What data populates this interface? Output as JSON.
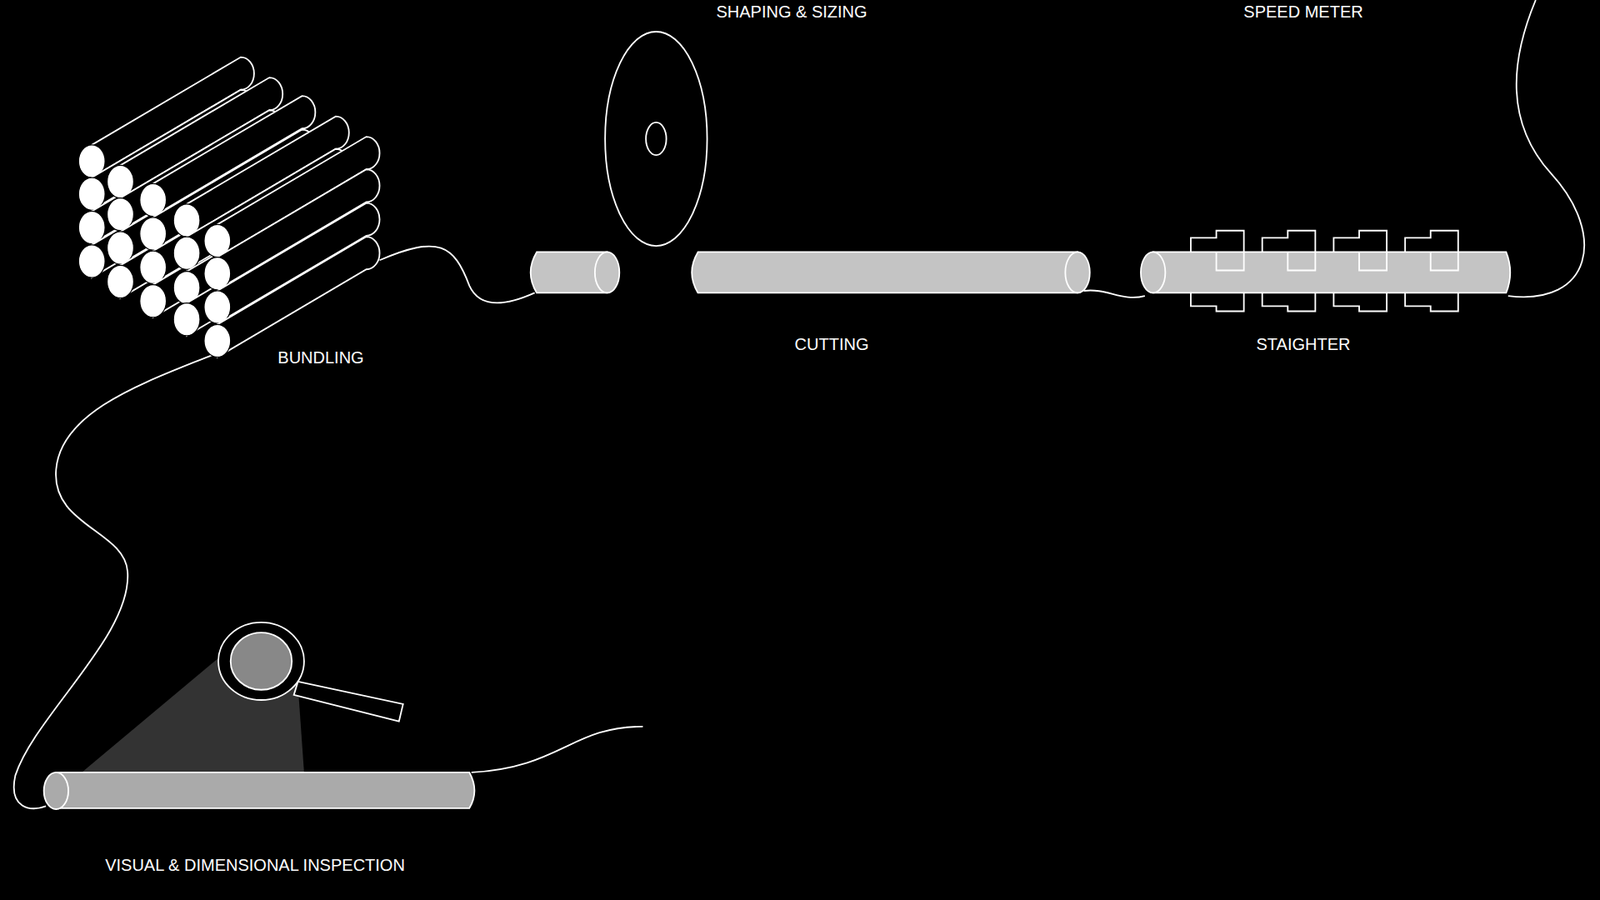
{
  "diagram": {
    "labels": [
      "SHAPING & SIZING",
      "SPEED METER",
      "BUNDLING",
      "CUTTING",
      "STAIGHTER",
      "VISUAL & DIMENSIONAL INSPECTION"
    ]
  }
}
